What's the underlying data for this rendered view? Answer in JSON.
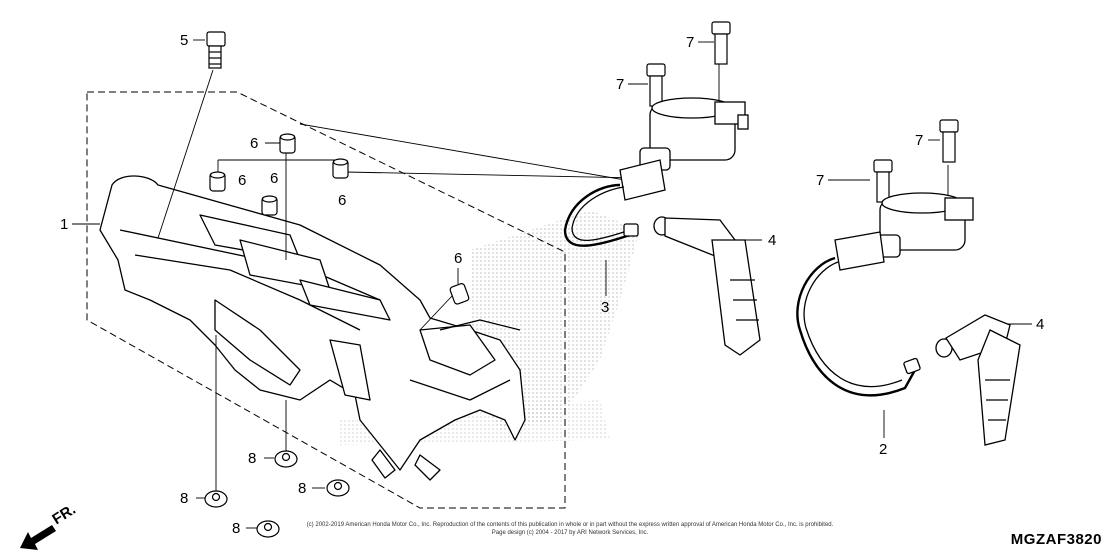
{
  "callouts": {
    "c1": "1",
    "c2": "2",
    "c3": "3",
    "c4a": "4",
    "c4b": "4",
    "c5": "5",
    "c6a": "6",
    "c6b": "6",
    "c6c": "6",
    "c6d": "6",
    "c6e": "6",
    "c7a": "7",
    "c7b": "7",
    "c7c": "7",
    "c7d": "7",
    "c8a": "8",
    "c8b": "8",
    "c8c": "8",
    "c8d": "8"
  },
  "direction_label": "FR.",
  "diagram_code": "MGZAF3820",
  "copyright": {
    "line1": "(c) 2002-2019 American Honda Motor Co., Inc. Reproduction of the contents of this publication in whole or in part without the express written approval of American Honda Motor Co., Inc. is prohibited.",
    "line2": "Page design (c) 2004 - 2017 by ARI Network Services, Inc."
  }
}
